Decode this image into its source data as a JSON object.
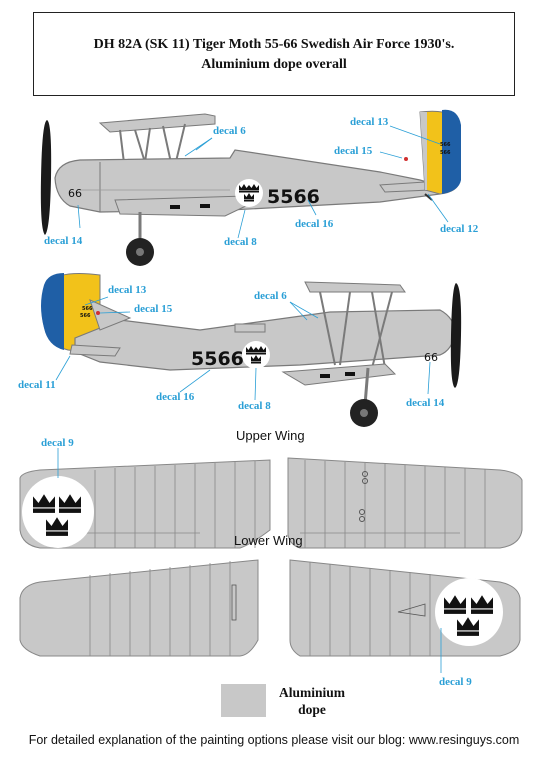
{
  "title": {
    "line1": "DH 82A (SK 11) Tiger Moth 55-66 Swedish Air Force 1930's.",
    "line2": "Aluminium dope overall"
  },
  "aircraft": {
    "serial": "5566",
    "code": "66",
    "fin_text_top": "566",
    "fin_text_bottom": "566"
  },
  "labels": {
    "decal6": "decal 6",
    "decal8": "decal 8",
    "decal9": "decal 9",
    "decal11": "decal 11",
    "decal12": "decal 12",
    "decal13": "decal 13",
    "decal14": "decal 14",
    "decal15": "decal 15",
    "decal16": "decal 16"
  },
  "sections": {
    "upper_wing": "Upper Wing",
    "lower_wing": "Lower Wing"
  },
  "legend": {
    "line1": "Aluminium",
    "line2": "dope",
    "swatch_color": "#c8c8c8"
  },
  "footer": "For detailed explanation of the painting options please visit our blog: www.resinguys.com",
  "colors": {
    "aluminium": "#c8c8c8",
    "outline": "#7a7a7a",
    "rudder_blue": "#1f5fa6",
    "rudder_yellow": "#f2c21a",
    "label_blue": "#2a9fd6",
    "roundel_black": "#111111"
  }
}
